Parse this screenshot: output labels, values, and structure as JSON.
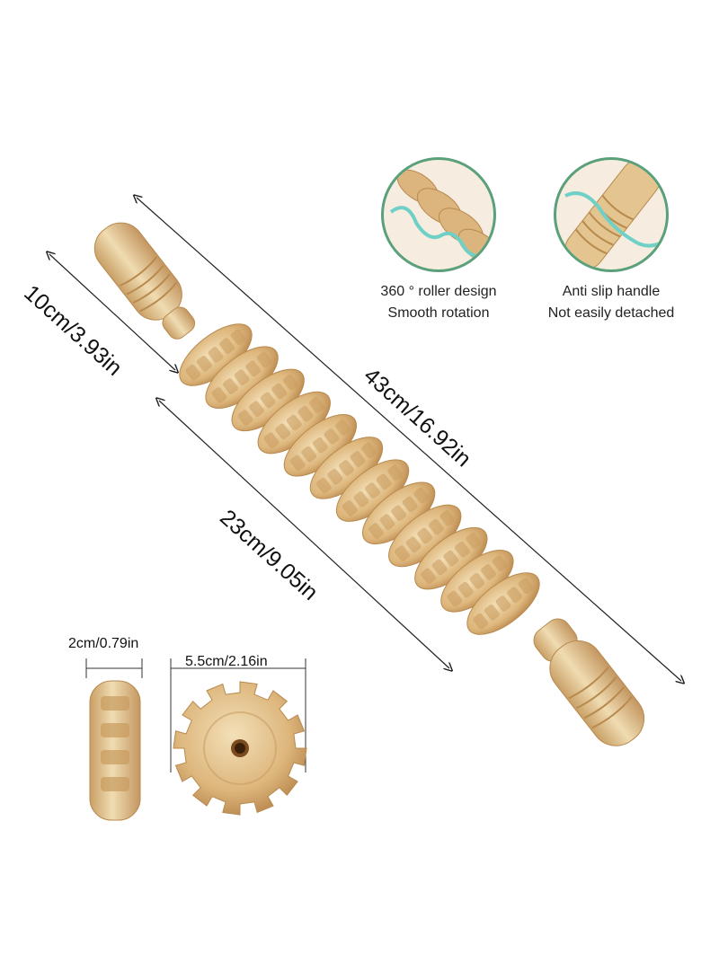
{
  "dimensions": {
    "total_length": "43cm/16.92in",
    "handle_length": "10cm/3.93in",
    "roller_length": "23cm/9.05in",
    "wheel_width": "2cm/0.79in",
    "wheel_diameter": "5.5cm/2.16in"
  },
  "features": [
    {
      "line1": "360 ° roller design",
      "line2": "Smooth rotation",
      "icon": "roller-closeup-icon"
    },
    {
      "line1": "Anti slip handle",
      "line2": "Not easily detached",
      "icon": "handle-closeup-icon"
    }
  ],
  "colors": {
    "wood_light": "#ecd3a3",
    "wood_mid": "#d9b47a",
    "wood_dark": "#b88a4e",
    "circle_border": "#5aa07b",
    "accent_teal": "#6fd0c7"
  }
}
